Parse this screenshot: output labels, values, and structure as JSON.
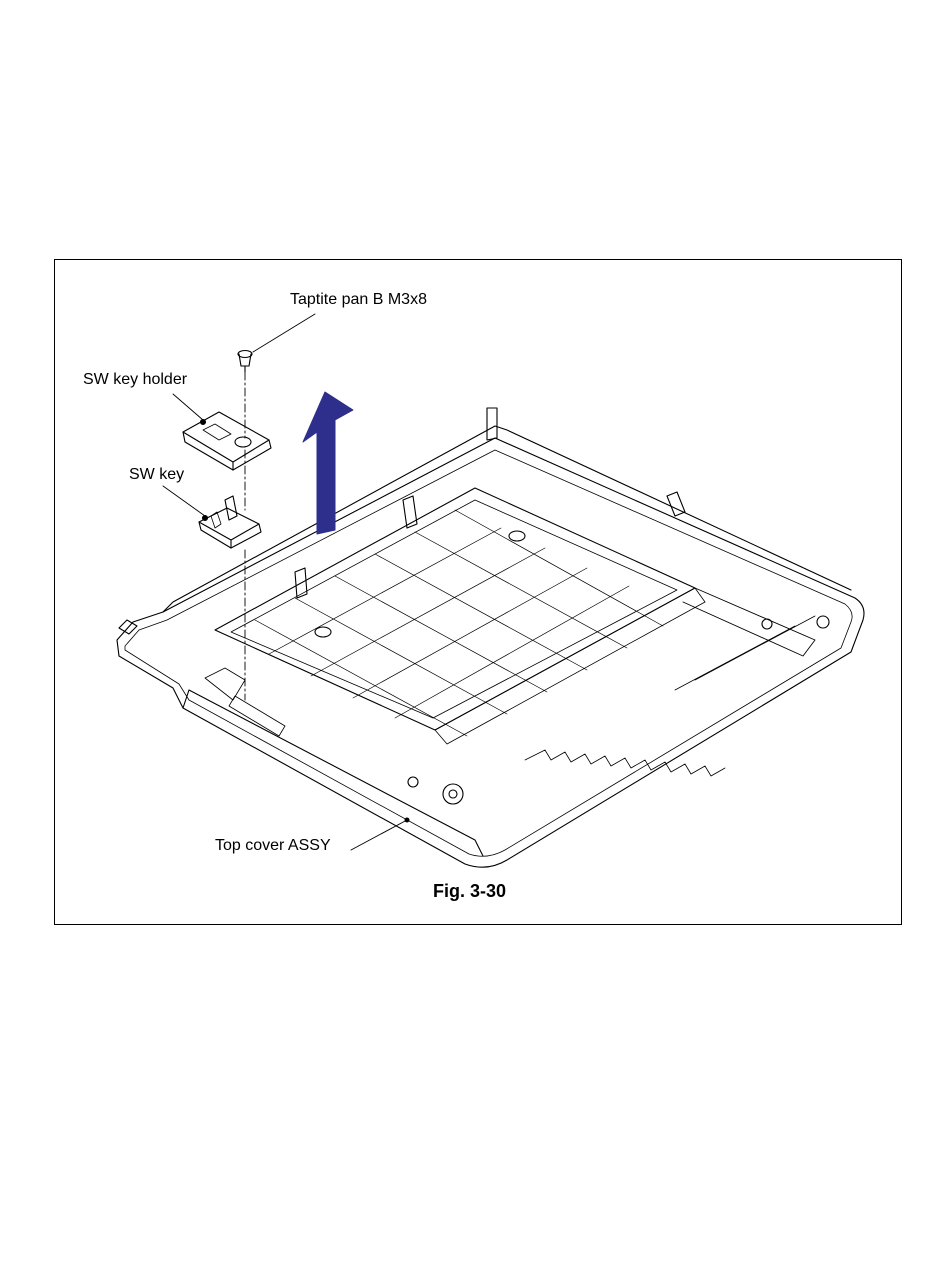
{
  "figure": {
    "caption": "Fig. 3-30",
    "labels": {
      "screw": "Taptite pan B M3x8",
      "sw_key_holder": "SW key holder",
      "sw_key": "SW key",
      "top_cover": "Top cover ASSY"
    },
    "icons": {
      "removal_arrow": "up-arrow-icon"
    },
    "colors": {
      "line": "#000000",
      "arrow_fill": "#2e2e8c",
      "frame_border": "#000000"
    }
  }
}
